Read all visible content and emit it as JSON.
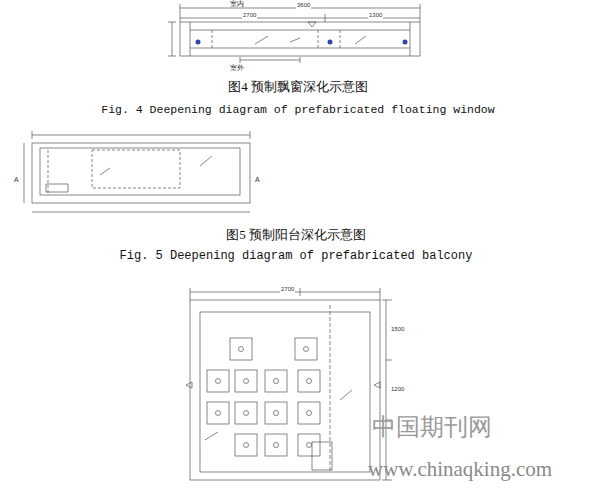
{
  "diagram": {
    "labels": [
      "室内",
      "3600",
      "2700",
      "1300",
      "室外",
      "图4 预制飘窗深化示意图",
      "Fig. 4 Deepening diagram of prefabricated floating window",
      "A",
      "A",
      "图5 预制阳台深化示意图",
      "Fig. 5 Deepening diagram of prefabricated balcony",
      "2700",
      "1500",
      "1200",
      "中国期刊网",
      "www.chinaqking.com"
    ]
  }
}
